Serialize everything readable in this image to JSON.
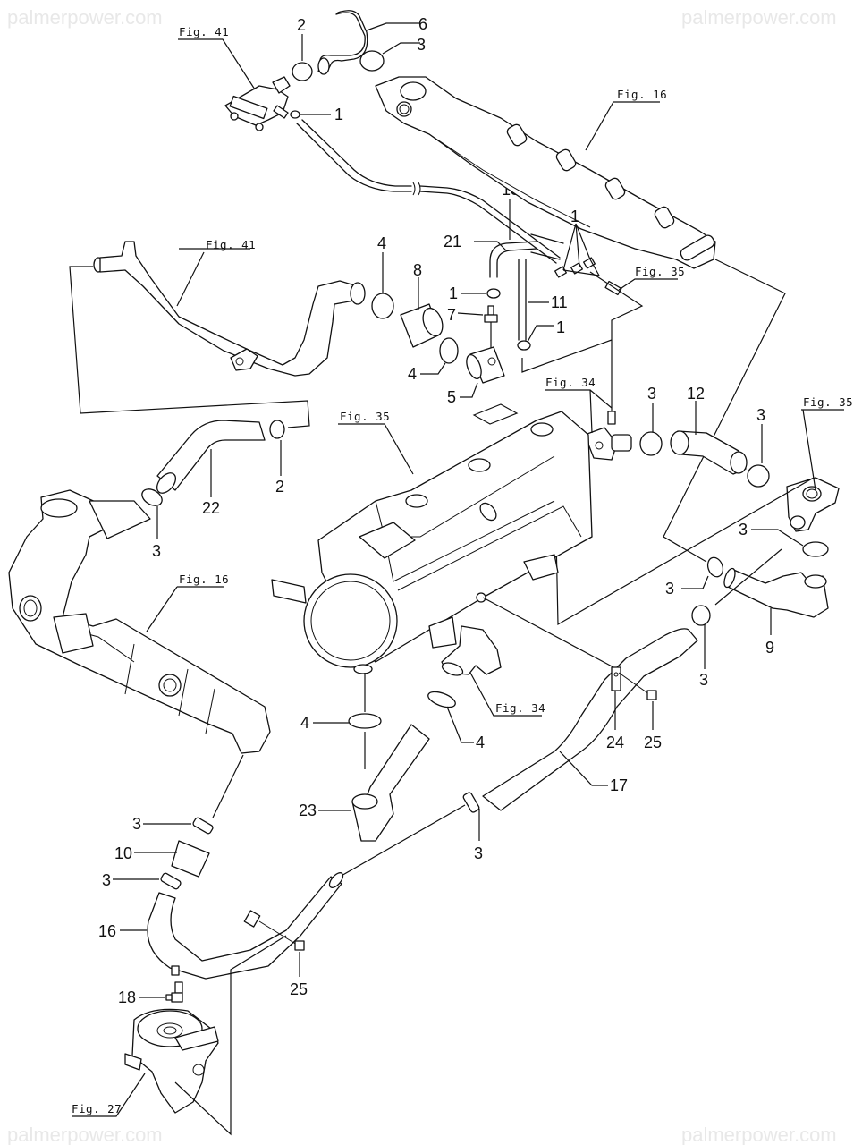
{
  "watermark": {
    "text": "palmerpower.com",
    "color": "#e8e8e8"
  },
  "figure_refs": {
    "fig41_top": "Fig. 41",
    "fig16_top": "Fig. 16",
    "fig41_mid": "Fig. 41",
    "fig35_right_small": "Fig. 35",
    "fig34_mid": "Fig. 34",
    "fig35_right": "Fig. 35",
    "fig35_engine": "Fig. 35",
    "fig16_left": "Fig. 16",
    "fig34_bottom": "Fig. 34",
    "fig27": "Fig. 27"
  },
  "callouts": {
    "c1_top": "1",
    "c2_top": "2",
    "c3_top": "3",
    "c6": "6",
    "c13": "13",
    "c21": "21",
    "c1_group": "1",
    "c1_mid": "1",
    "c7": "7",
    "c11": "11",
    "c1_low": "1",
    "c4_top": "4",
    "c8": "8",
    "c4_mid": "4",
    "c5": "5",
    "c3_fig34": "3",
    "c12": "12",
    "c3_right": "3",
    "c2_mid": "2",
    "c22": "22",
    "c3_left": "3",
    "c3_thermo": "3",
    "c3_hose9a": "3",
    "c3_hose9b": "3",
    "c9": "9",
    "c4_pump": "4",
    "c4_fig34": "4",
    "c23": "23",
    "c24": "24",
    "c25_right": "25",
    "c17": "17",
    "c3_pipe17": "3",
    "c3_hose10a": "3",
    "c10": "10",
    "c3_hose10b": "3",
    "c16": "16",
    "c25_left": "25",
    "c18": "18"
  }
}
